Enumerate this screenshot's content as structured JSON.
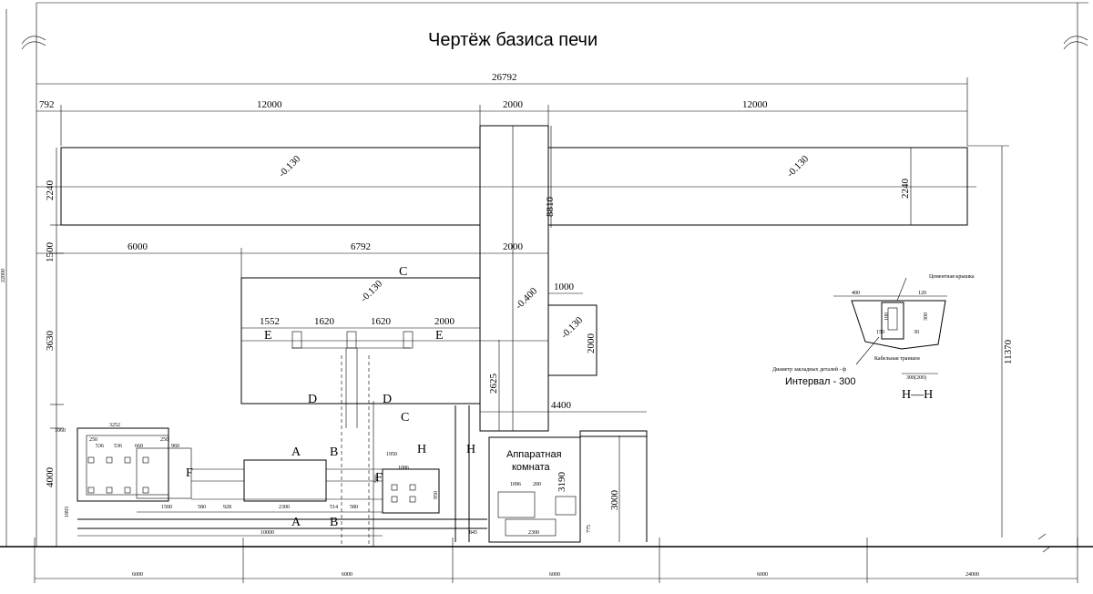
{
  "title": "Чертёж базиса печи",
  "top_dims": {
    "overall": "26792",
    "left_small": "792",
    "span_left": "12000",
    "center": "2000",
    "span_right": "12000"
  },
  "left_dims": {
    "overall": "22000",
    "upper_beam": "2240",
    "gap": "1500",
    "middle": "3630",
    "lower": "4000",
    "bottom_small": "1893"
  },
  "right_dims": {
    "beam": "2240",
    "height": "11370",
    "column": "8810"
  },
  "middle_dims": {
    "d6000": "6000",
    "d6792": "6792",
    "d2000": "2000",
    "d1000": "1000",
    "v2000": "2000",
    "v2625": "2625",
    "d4400": "4400",
    "v3000": "3000",
    "v3190": "3190"
  },
  "row_dims": [
    "1552",
    "1620",
    "1620",
    "2000"
  ],
  "levels": {
    "left_beam": "-0.130",
    "right_beam": "-0.130",
    "center_block": "-0.130",
    "column": "-0.400",
    "side_block": "-0.130"
  },
  "section_labels": {
    "A": "A",
    "B": "B",
    "C": "C",
    "D": "D",
    "E": "E",
    "F": "F",
    "H": "H"
  },
  "equipment_dims": {
    "d3252": "3252",
    "d1060": "1060",
    "d250a": "250",
    "d536a": "536",
    "d536b": "536",
    "d660": "660",
    "d250b": "250",
    "d960": "960",
    "d1500": "1500",
    "d580a": "580",
    "d928": "928",
    "d2300": "2300",
    "d514": "514",
    "d580b": "580",
    "d10000": "10000",
    "d1950": "1950",
    "d1086": "1086",
    "d950": "950",
    "d580c": "580",
    "d845": "845",
    "d2300b": "2300",
    "d1096": "1096",
    "d200": "200",
    "d775": "775"
  },
  "room_label": [
    "Аппаратная",
    "комната"
  ],
  "detail": {
    "cover_label": "Цементная крышка",
    "trench_label": "Кабельная траншея",
    "embedded_label": "Диаметр закладных деталей - ф",
    "interval_label": "Интервал - 300",
    "width_label": "300(200)",
    "section_title": "H—H",
    "d_top": "400",
    "d_c": "120",
    "d_v1": "100",
    "d_v2": "300",
    "d_h": "150",
    "d_r": "30"
  },
  "bottom_axis": [
    "6000",
    "6000",
    "6000",
    "6000",
    "24000"
  ]
}
